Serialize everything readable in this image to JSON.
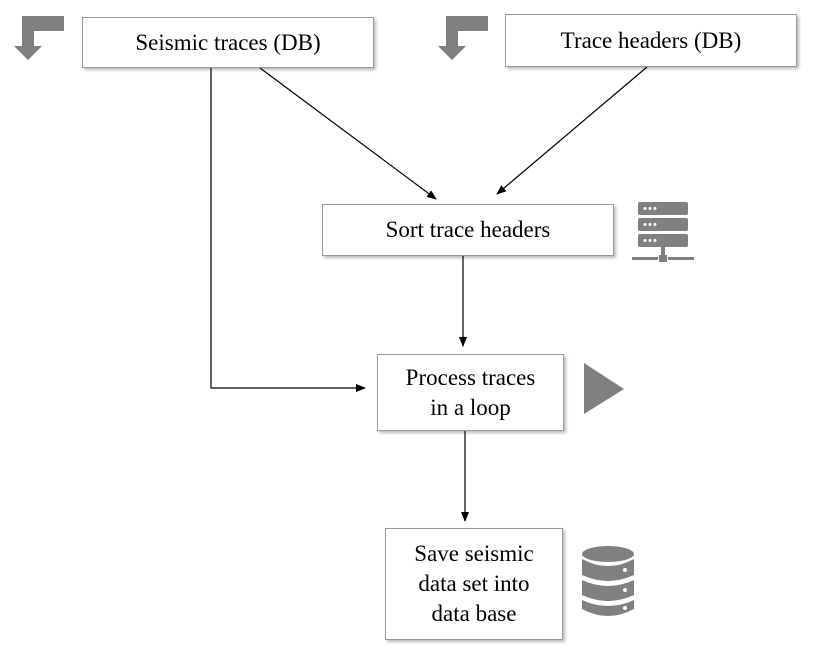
{
  "nodes": {
    "seismic_traces": {
      "label": "Seismic traces (DB)"
    },
    "trace_headers": {
      "label": "Trace headers (DB)"
    },
    "sort_headers": {
      "label": "Sort trace headers"
    },
    "process_traces": {
      "lines": [
        "Process traces",
        "in a loop"
      ]
    },
    "save_dataset": {
      "lines": [
        "Save seismic",
        "data set into",
        "data base"
      ]
    }
  },
  "edges": [
    {
      "from": "seismic_traces",
      "to": "sort_headers"
    },
    {
      "from": "trace_headers",
      "to": "sort_headers"
    },
    {
      "from": "seismic_traces",
      "to": "process_traces"
    },
    {
      "from": "sort_headers",
      "to": "process_traces"
    },
    {
      "from": "process_traces",
      "to": "save_dataset"
    }
  ],
  "icons": {
    "seismic_traces": "input-arrow-icon",
    "trace_headers": "input-arrow-icon",
    "sort_headers": "server-icon",
    "process_traces": "play-icon",
    "save_dataset": "database-icon"
  },
  "colors": {
    "icon": "#808080",
    "edge": "#000000",
    "box_border": "#9a9a9a"
  }
}
